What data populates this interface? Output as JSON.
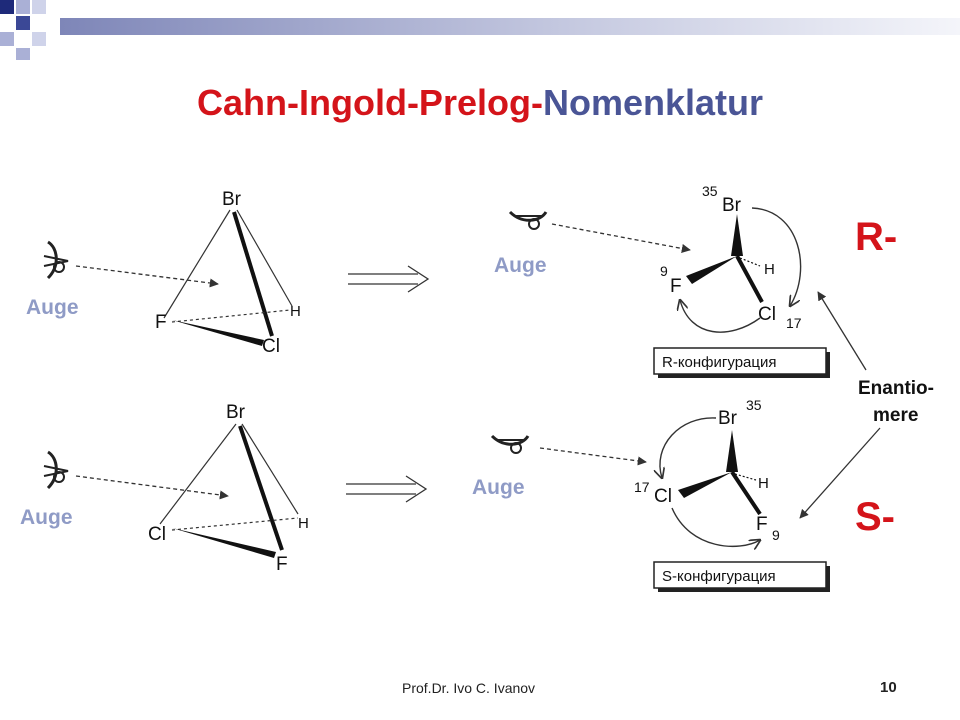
{
  "slide": {
    "title_part1": "Cahn-Ingold-Prelog-",
    "title_part2": "Nomenklatur",
    "footer_author": "Prof.Dr. Ivo C. Ivanov",
    "page_number": "10",
    "colors": {
      "accent_red": "#d4141a",
      "accent_blue": "#4a5596",
      "auge_label": "#8f9bc6"
    }
  },
  "top_row": {
    "eye_label_left": "Auge",
    "eye_label_right": "Auge",
    "tetrahedron_atoms": {
      "top": "Br",
      "left": "F",
      "right": "H",
      "bottom": "Cl"
    },
    "projection_atoms": {
      "top": "Br",
      "top_isotope": "35",
      "left": "F",
      "left_isotope": "9",
      "right": "H",
      "bottom": "Cl",
      "bottom_isotope": "17"
    },
    "config_box": "R-конфигурация",
    "descriptor": "R-"
  },
  "bottom_row": {
    "eye_label_left": "Auge",
    "eye_label_right": "Auge",
    "tetrahedron_atoms": {
      "top": "Br",
      "left": "Cl",
      "right": "H",
      "bottom": "F"
    },
    "projection_atoms": {
      "top": "Br",
      "top_isotope": "35",
      "left": "Cl",
      "left_isotope": "17",
      "right": "H",
      "bottom": "F",
      "bottom_isotope": "9"
    },
    "config_box": "S-конфигурация",
    "descriptor": "S-"
  },
  "enantiomer_label": {
    "line1": "Enantio-",
    "line2": "mere"
  }
}
